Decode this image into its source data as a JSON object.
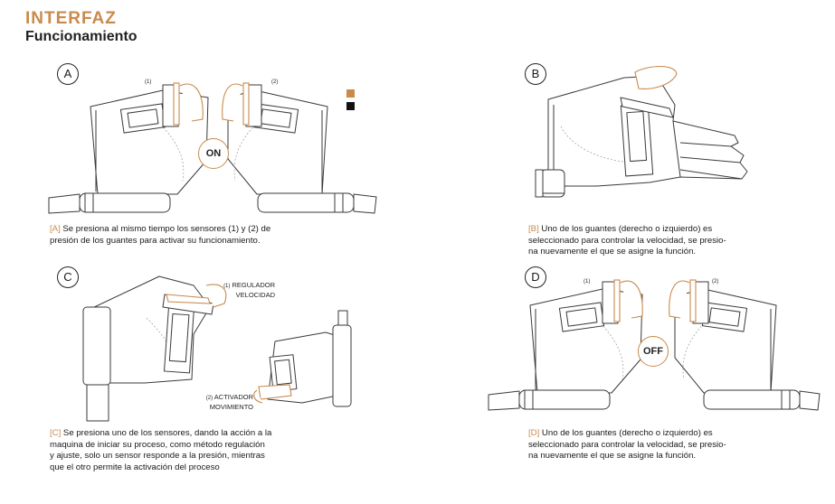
{
  "header": {
    "title": "INTERFAZ",
    "subtitle": "Funcionamiento"
  },
  "colors": {
    "accent": "#c98a4b",
    "line": "#3a3a3a",
    "text": "#1a1a1a"
  },
  "legend": {
    "swatches": [
      "#c98a4b",
      "#111111"
    ]
  },
  "panels": {
    "a": {
      "badge": "A",
      "state": "ON",
      "sensor_left": "(1)",
      "sensor_right": "(2)",
      "caption_tag": "[A]",
      "caption_l1": " Se presiona al mismo tiempo los sensores (1) y (2) de",
      "caption_l2": "presión de los guantes para activar su funcionamiento."
    },
    "b": {
      "badge": "B",
      "caption_tag": "[B]",
      "caption_l1": " Uno de los guantes (derecho o izquierdo) es",
      "caption_l2": "seleccionado para controlar la velocidad, se presio-",
      "caption_l3": "na nuevamente el que se asigne la función."
    },
    "c": {
      "badge": "C",
      "label1_num": "(1)",
      "label1_l1": " REGULADOR",
      "label1_l2": "VELOCIDAD",
      "label2_num": "(2)",
      "label2_l1": " ACTIVADOR",
      "label2_l2": "MOVIMIENTO",
      "caption_tag": "[C]",
      "caption_l1": " Se presiona uno de los sensores, dando la acción a la",
      "caption_l2": "maquina de iniciar su proceso, como método regulación",
      "caption_l3": "y ajuste, solo un sensor responde a la presión, mientras",
      "caption_l4": "que el otro permite la activación del proceso"
    },
    "d": {
      "badge": "D",
      "state": "OFF",
      "sensor_left": "(1)",
      "sensor_right": "(2)",
      "caption_tag": "[D]",
      "caption_l1": " Uno de los guantes (derecho o izquierdo) es",
      "caption_l2": "seleccionado para controlar la velocidad, se presio-",
      "caption_l3": "na nuevamente el que se asigne la función."
    }
  }
}
